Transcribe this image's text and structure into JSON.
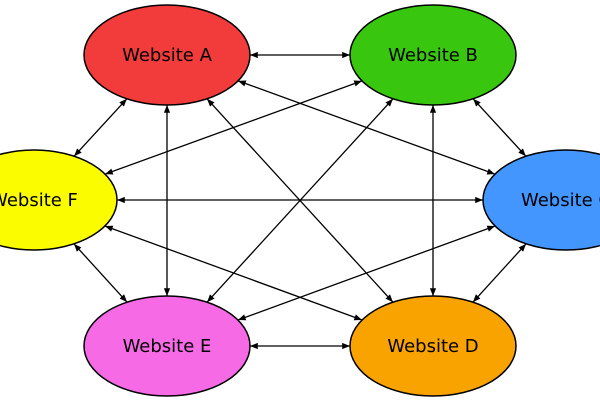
{
  "nodes": [
    {
      "id": "A",
      "label": "Website A",
      "color": "#f23c3c"
    },
    {
      "id": "B",
      "label": "Website B",
      "color": "#38c70e"
    },
    {
      "id": "C",
      "label": "Website C",
      "color": "#4496ff"
    },
    {
      "id": "D",
      "label": "Website D",
      "color": "#f8a300"
    },
    {
      "id": "E",
      "label": "Website E",
      "color": "#f66ae6"
    },
    {
      "id": "F",
      "label": "Website F",
      "color": "#fcfc00"
    }
  ],
  "edges": [
    [
      "A",
      "B"
    ],
    [
      "A",
      "C"
    ],
    [
      "A",
      "D"
    ],
    [
      "A",
      "E"
    ],
    [
      "A",
      "F"
    ],
    [
      "B",
      "C"
    ],
    [
      "B",
      "D"
    ],
    [
      "B",
      "E"
    ],
    [
      "B",
      "F"
    ],
    [
      "C",
      "D"
    ],
    [
      "C",
      "E"
    ],
    [
      "C",
      "F"
    ],
    [
      "D",
      "E"
    ],
    [
      "D",
      "F"
    ],
    [
      "E",
      "F"
    ]
  ],
  "edge_direction": "bidirectional"
}
